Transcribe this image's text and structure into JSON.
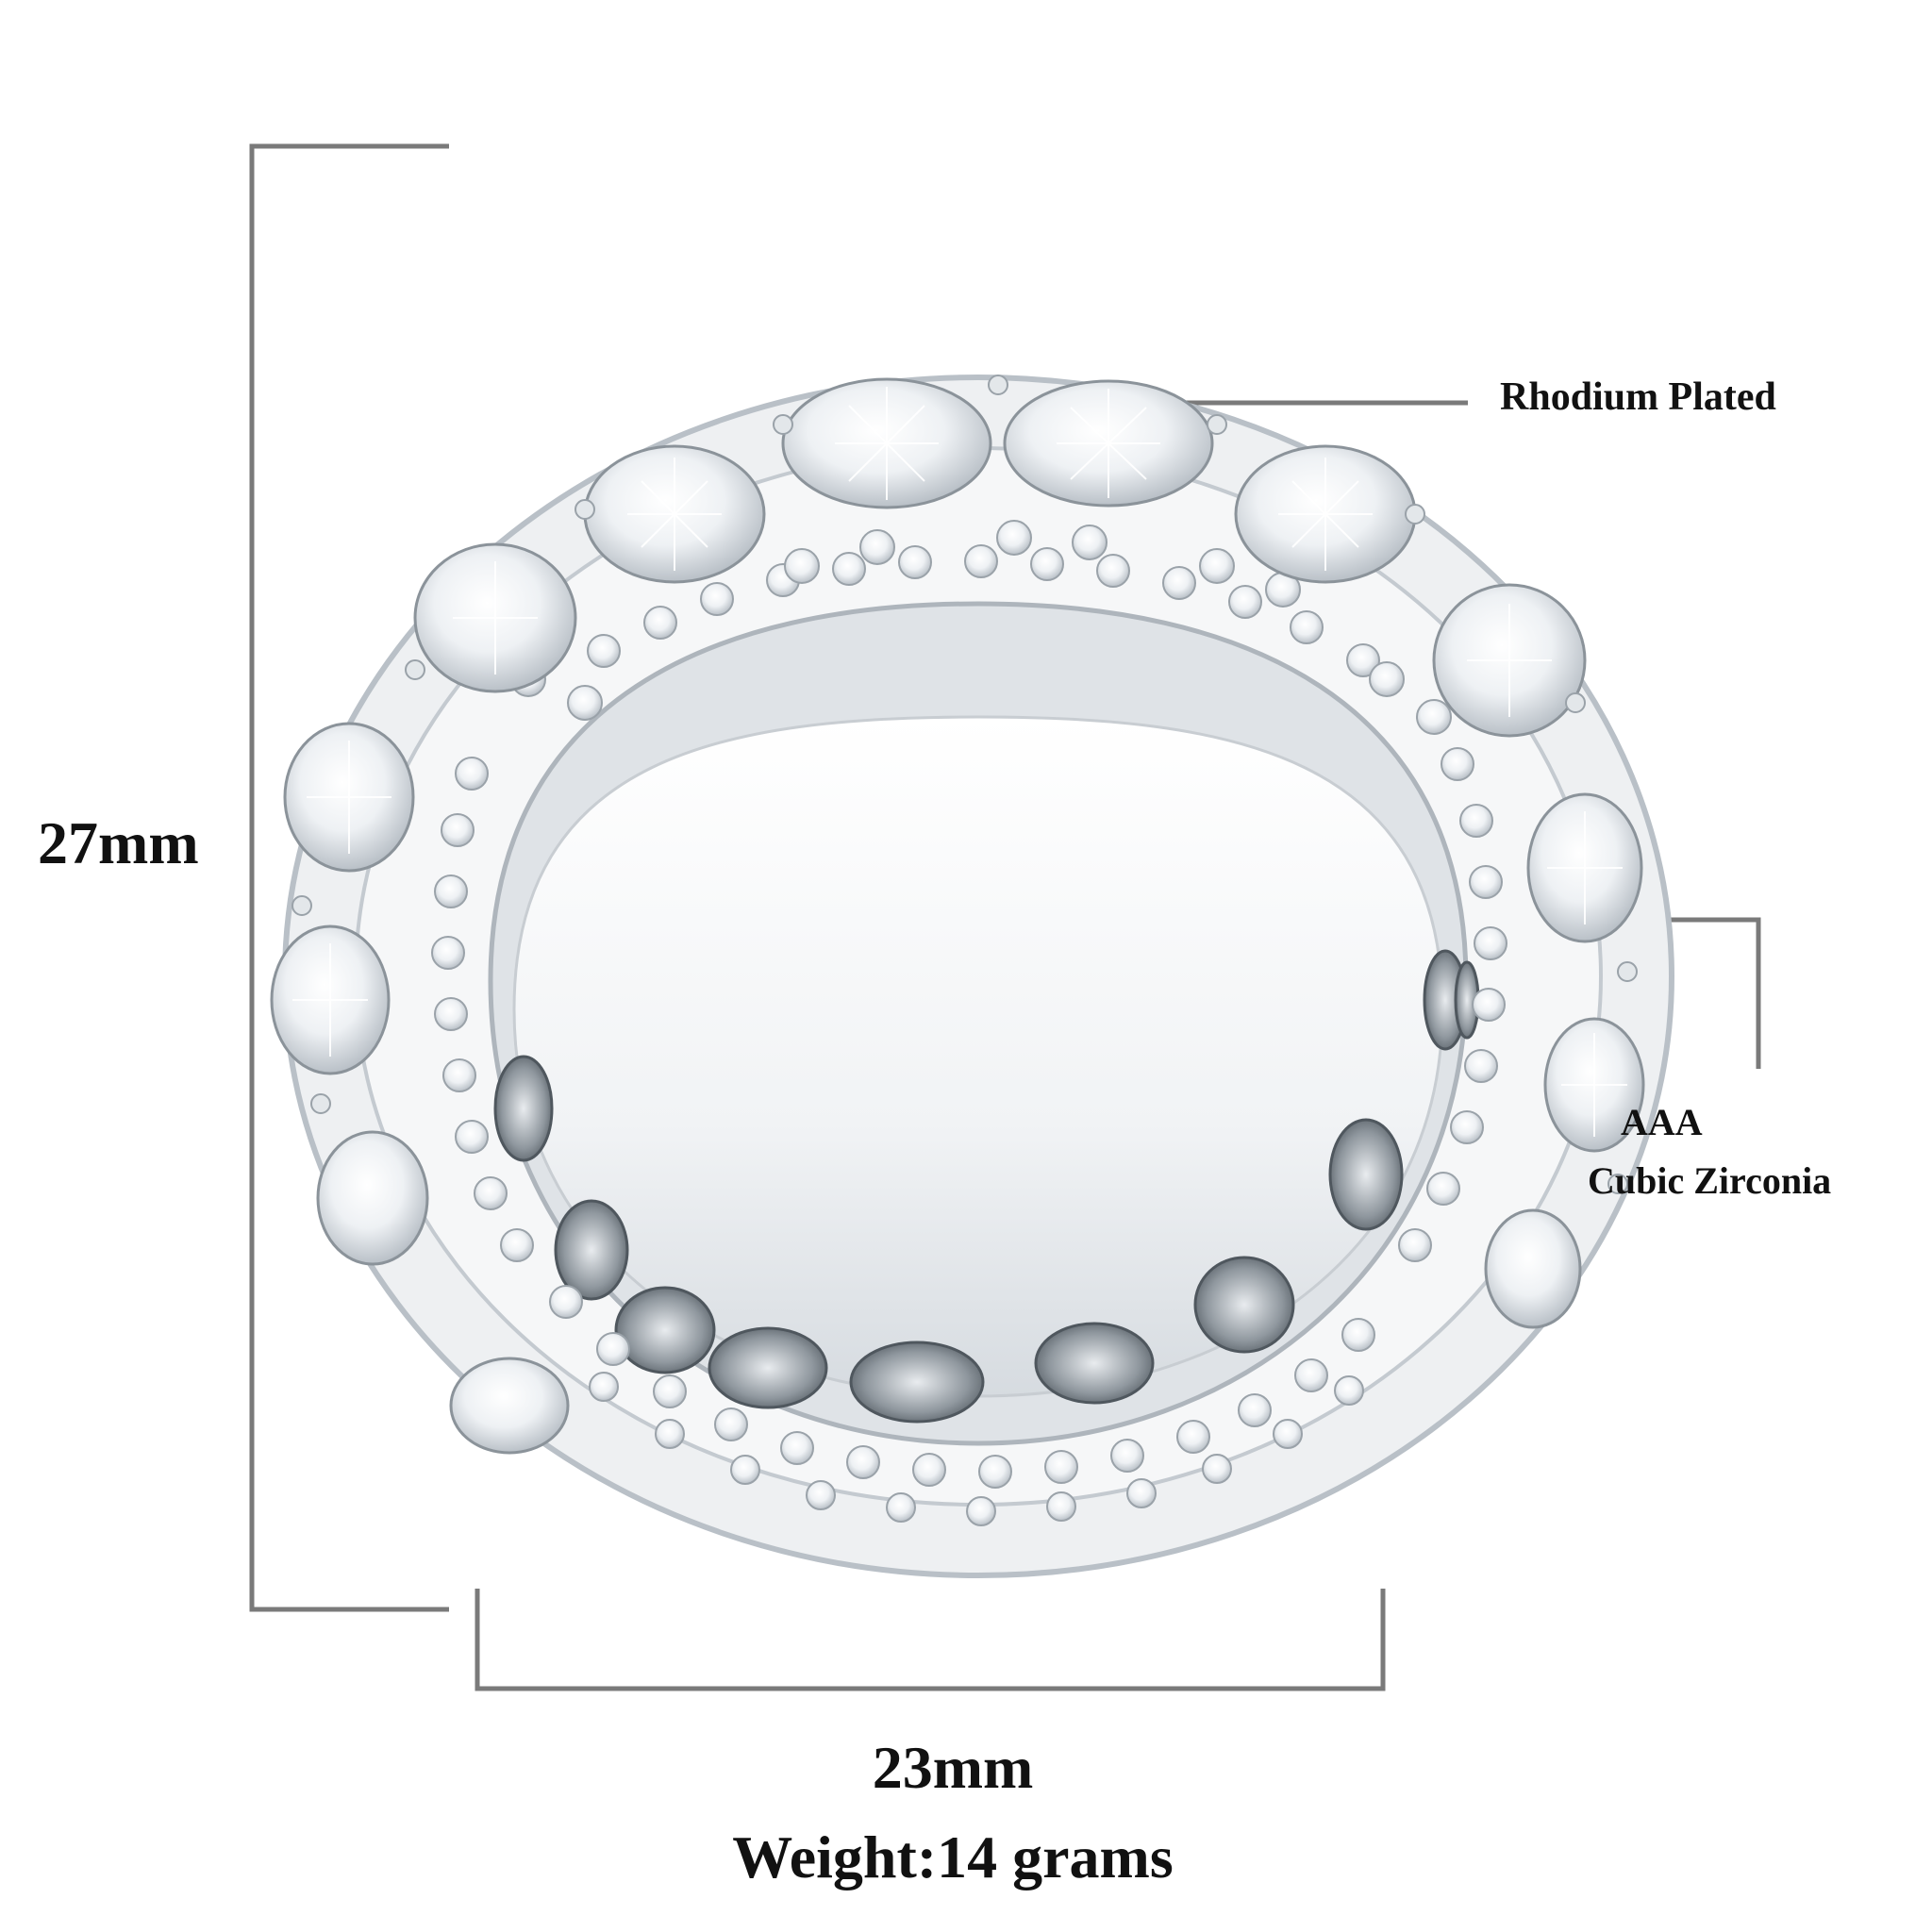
{
  "dimensions": {
    "height_label": "27mm",
    "width_label": "23mm",
    "weight_label": "Weight:14 grams"
  },
  "callouts": {
    "plating": "Rhodium Plated",
    "stone_grade": "AAA",
    "stone_type": "Cubic Zirconia"
  },
  "colors": {
    "dimension_line": "#7a7a7a",
    "metal": "#e9ecef",
    "stone": "#f4f6f8",
    "text": "#111111"
  }
}
